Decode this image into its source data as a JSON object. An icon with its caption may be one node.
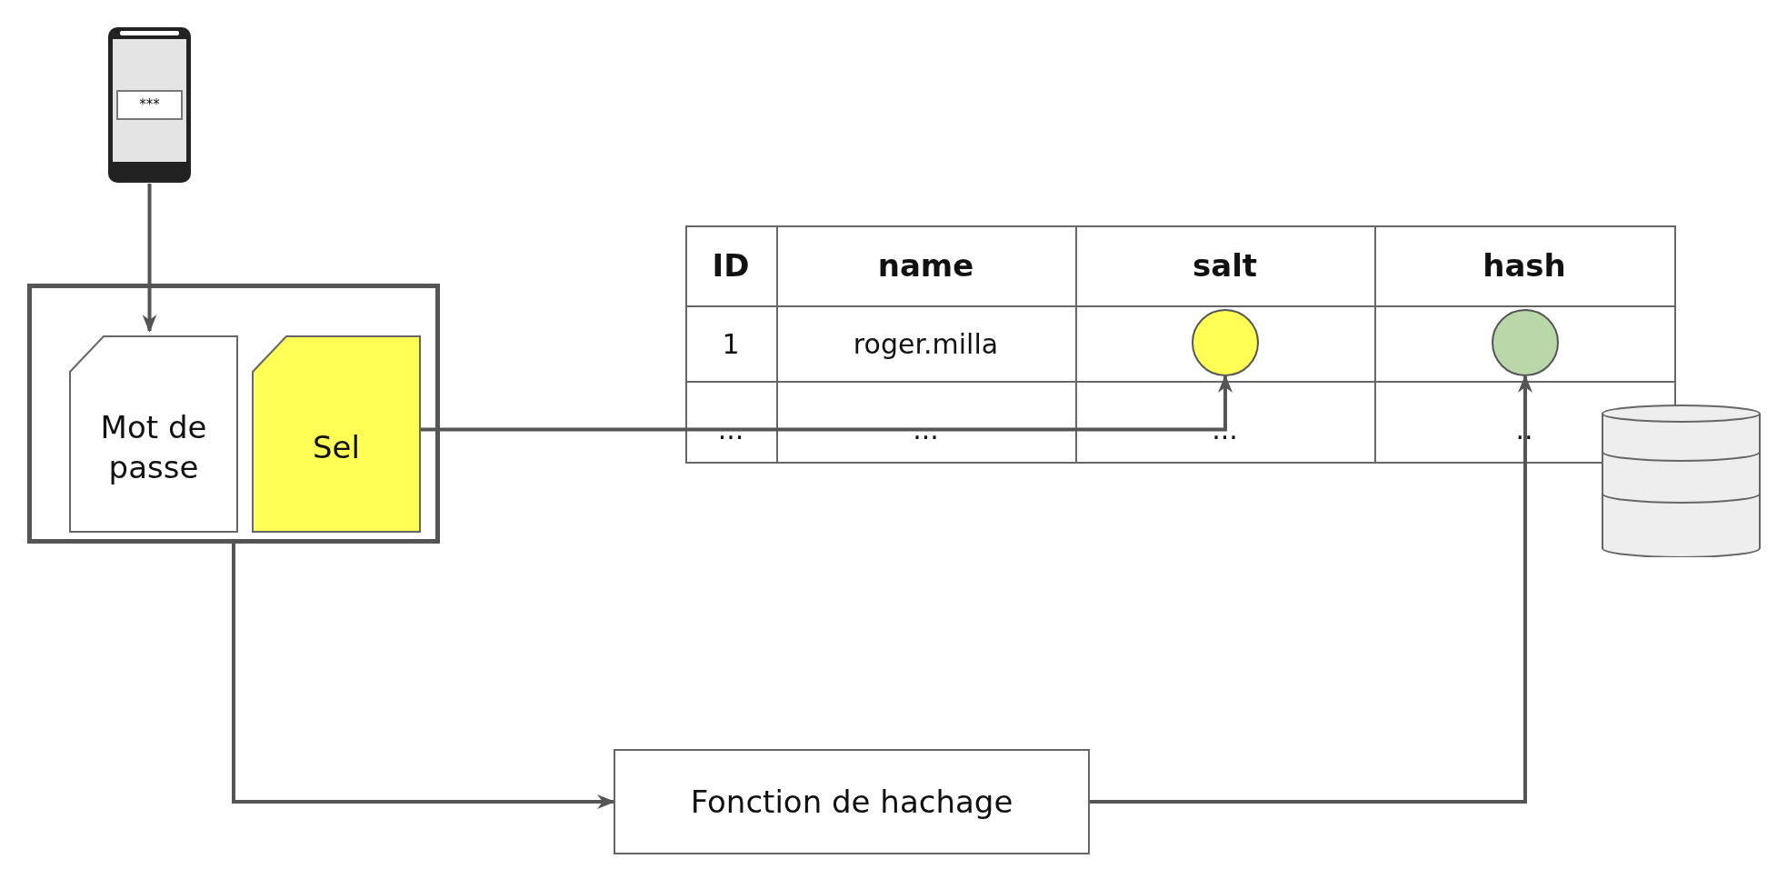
{
  "diagram": {
    "nodes": [
      {
        "text": [
          "***"
        ]
      },
      {
        "text": [],
        "shape": "box"
      },
      {
        "text": [
          "Mot de passe"
        ],
        "in": 1
      },
      {
        "text": [
          "Sel"
        ],
        "in": 1
      },
      {
        "text": [
          "Fonction de hachage"
        ]
      },
      {
        "text": [],
        "shape": "circle"
      },
      {
        "text": [],
        "shape": "circle"
      },
      {
        "text": [],
        "shape": "cylinder"
      }
    ],
    "edges": [
      {
        "from": 0,
        "to": 2,
        "arrow": "to"
      },
      {
        "from": 3,
        "to": 5,
        "arrow": "to"
      },
      {
        "from": 1,
        "to": 4,
        "arrow": "to"
      },
      {
        "from": 4,
        "to": 6,
        "arrow": "to"
      }
    ],
    "labels": [
      "ID",
      "name",
      "salt",
      "hash",
      "1",
      "roger.milla",
      "...",
      "...",
      "...",
      ".."
    ]
  }
}
